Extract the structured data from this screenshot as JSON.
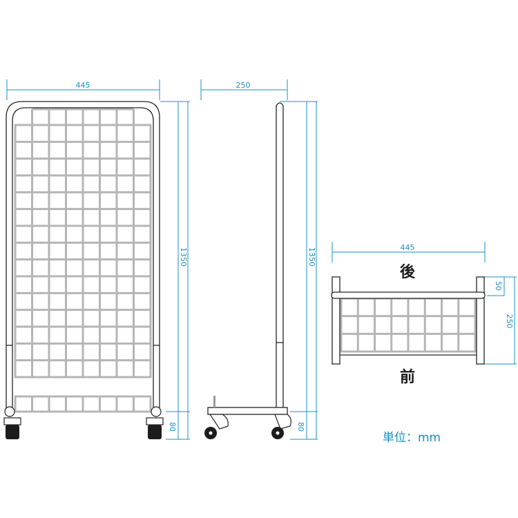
{
  "front_view": {
    "width_label": "445",
    "height_label": "1350",
    "base_height_label": "80"
  },
  "side_view": {
    "depth_label": "250",
    "height_label": "1350",
    "base_height_label": "80"
  },
  "top_view": {
    "width_label": "445",
    "rear_offset_label": "50",
    "depth_label": "250",
    "rear_label": "後",
    "front_label": "前"
  },
  "unit_label": "単位：mm",
  "colors": {
    "dimension": "#1a8fc4",
    "frame": "#222222",
    "grid": "#b5b5b5"
  }
}
